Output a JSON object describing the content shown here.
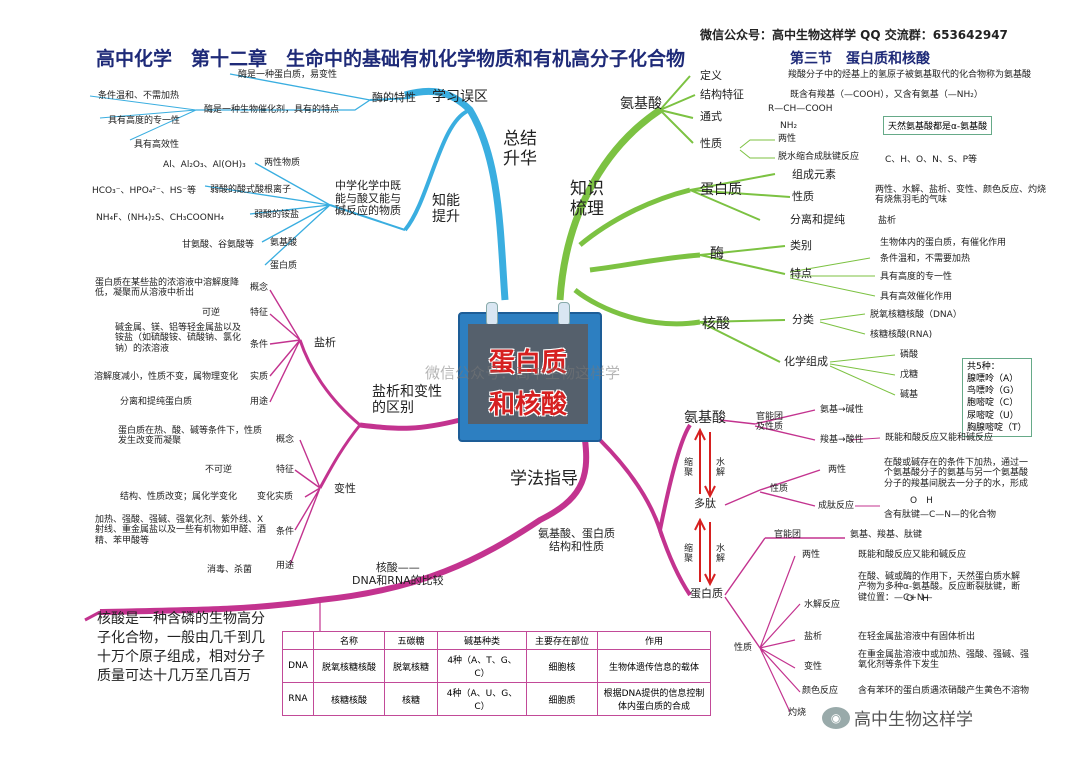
{
  "header": {
    "contact": "微信公众号：高中生物这样学      QQ 交流群：653642947",
    "title": "高中化学　第十二章　生命中的基础有机化学物质和有机高分子化合物",
    "section": "第三节　蛋白质和核酸"
  },
  "center": {
    "line1": "蛋白质",
    "line2": "和核酸"
  },
  "watermark": "微信公众号：高中生物这样学",
  "watermark_br": "高中生物这样学",
  "colors": {
    "blue": "#3aaee0",
    "green": "#7cc242",
    "magenta": "#c3338f",
    "title": "#1e2a78"
  },
  "summary": {
    "label": "总结\n升华",
    "mistakes": {
      "label": "学习误区",
      "enzyme": "酶的特性",
      "a": "酶是一种蛋白质，易变性",
      "b": "酶是一种生物催化剂，具有的特点",
      "b1": "条件温和、不需加热",
      "b2": "具有高度的专一性",
      "b3": "具有高效性"
    },
    "ability": {
      "label": "知能\n提升",
      "group": "中学化学中既\n能与酸又能与\n碱反应的物质",
      "i1": "两性物质",
      "i1d": "Al、Al₂O₃、Al(OH)₃",
      "i2": "弱酸的酸式酸根离子",
      "i2d": "HCO₃⁻、HPO₄²⁻、HS⁻等",
      "i3": "弱酸的铵盐",
      "i3d": "NH₄F、(NH₄)₂S、CH₃COONH₄",
      "i4": "氨基酸",
      "i4d": "甘氨酸、谷氨酸等",
      "i5": "蛋白质"
    }
  },
  "knowledge": {
    "label": "知识\n梳理",
    "amino": {
      "label": "氨基酸",
      "def": "定义",
      "def_d": "羧酸分子中的烃基上的氢原子被氨基取代的化合物称为氨基酸",
      "struct": "结构特征",
      "struct_d": "既含有羧基（—COOH），又含有氨基（—NH₂）",
      "formula": "通式",
      "formula_d": "R—CH—COOH",
      "formula_nh": "NH₂",
      "formula_note": "天然氨基酸都是α-氨基酸",
      "prop": "性质",
      "prop1": "两性",
      "prop2": "脱水缩合成肽键反应"
    },
    "protein": {
      "label": "蛋白质",
      "elem": "组成元素",
      "elem_d": "C、H、O、N、S、P等",
      "prop": "性质",
      "prop_d": "两性、水解、盐析、变性、颜色反应、灼烧有烧焦羽毛的气味",
      "sep": "分离和提纯",
      "sep_d": "盐析"
    },
    "enzyme": {
      "label": "酶",
      "cat": "类别",
      "cat_d": "生物体内的蛋白质，有催化作用",
      "feat": "特点",
      "f1": "条件温和，不需要加热",
      "f2": "具有高度的专一性",
      "f3": "具有高效催化作用"
    },
    "nucleic": {
      "label": "核酸",
      "cls": "分类",
      "c1": "脱氧核糖核酸（DNA）",
      "c2": "核糖核酸(RNA)",
      "comp": "化学组成",
      "p1": "磷酸",
      "p2": "戊糖",
      "p3": "碱基",
      "bases": [
        "共5种：",
        "腺嘌呤（A）",
        "鸟嘌呤（G）",
        "胞嘧啶（C）",
        "尿嘧啶（U）",
        "胸腺嘧啶（T）"
      ]
    }
  },
  "salting": {
    "label": "盐析和变性\n的区别",
    "salt": {
      "label": "盐析",
      "concept": "概念",
      "concept_d": "蛋白质在某些盐的浓溶液中溶解度降低，凝聚而从溶液中析出",
      "feat": "特征",
      "feat_d": "可逆",
      "cond": "条件",
      "cond_d": "碱金属、镁、铝等轻金属盐以及铵盐（如硫酸铵、硫酸钠、氯化钠）的浓溶液",
      "essence": "实质",
      "essence_d": "溶解度减小，性质不变，属物理变化",
      "use": "用途",
      "use_d": "分离和提纯蛋白质"
    },
    "denat": {
      "label": "变性",
      "concept": "概念",
      "concept_d": "蛋白质在热、酸、碱等条件下，性质发生改变而凝聚",
      "feat": "特征",
      "feat_d": "不可逆",
      "essence": "变化实质",
      "essence_d": "结构、性质改变；属化学变化",
      "cond": "条件",
      "cond_d": "加热、强酸、强碱、强氧化剂、紫外线、X射线、重金属盐以及一些有机物如甲醛、酒精、苯甲酸等",
      "use": "用途",
      "use_d": "消毒、杀菌"
    }
  },
  "method": {
    "label": "学法指导",
    "nucleic_cmp": {
      "label": "核酸——\nDNA和RNA的比较",
      "intro": "核酸是一种含磷的生物高分子化合物，一般由几千到几十万个原子组成，相对分子质量可达十几万至几百万",
      "headers": [
        "",
        "名称",
        "五碳糖",
        "碱基种类",
        "主要存在部位",
        "作用"
      ],
      "rows": [
        [
          "DNA",
          "脱氧核糖核酸",
          "脱氧核糖",
          "4种（A、T、G、C）",
          "细胞核",
          "生物体遗传信息的载体"
        ],
        [
          "RNA",
          "核糖核酸",
          "核糖",
          "4种（A、U、G、C）",
          "细胞质",
          "根据DNA提供的信息控制体内蛋白质的合成"
        ]
      ]
    },
    "structure": {
      "label": "氨基酸、蛋白质\n结构和性质",
      "amino": "氨基酸",
      "group": "官能团\n及性质",
      "g1": "氨基→碱性",
      "g2": "羧基→酸性",
      "g_note": "既能和酸反应又能和碱反应",
      "arrow_up1": "缩\n聚",
      "arrow_down1": "水\n解",
      "peptide": "多肽",
      "p_prop": "性质",
      "p_amph": "两性",
      "p_cond": "成肽反应",
      "p_cond_d": "在酸或碱存在的条件下加热，通过一个氨基酸分子的氨基与另一个氨基酸分子的羧基间脱去一分子的水，形成",
      "p_bond": "含有肽键—C—N—的化合物",
      "p_bond_o": "O　H",
      "arrow_up2": "缩\n聚",
      "arrow_down2": "水\n解",
      "protein": "蛋白质",
      "pr_group": "官能团",
      "pr_group_d": "氨基、羧基、肽键",
      "pr_prop": "性质",
      "pr_amph": "两性",
      "pr_amph_d": "既能和酸反应又能和碱反应",
      "pr_hyd": "水解反应",
      "pr_hyd_d": "在酸、碱或酶的作用下，天然蛋白质水解产物为多种α-氨基酸。反应断裂肽键，断键位置：—C+N—",
      "pr_hyd_o": "O　H",
      "pr_salt": "盐析",
      "pr_salt_d": "在轻金属盐溶液中有固体析出",
      "pr_den": "变性",
      "pr_den_d": "在重金属盐溶液中或加热、强酸、强碱、强氧化剂等条件下发生",
      "pr_color": "颜色反应",
      "pr_color_d": "含有苯环的蛋白质遇浓硝酸产生黄色不溶物",
      "pr_burn": "灼烧"
    }
  }
}
